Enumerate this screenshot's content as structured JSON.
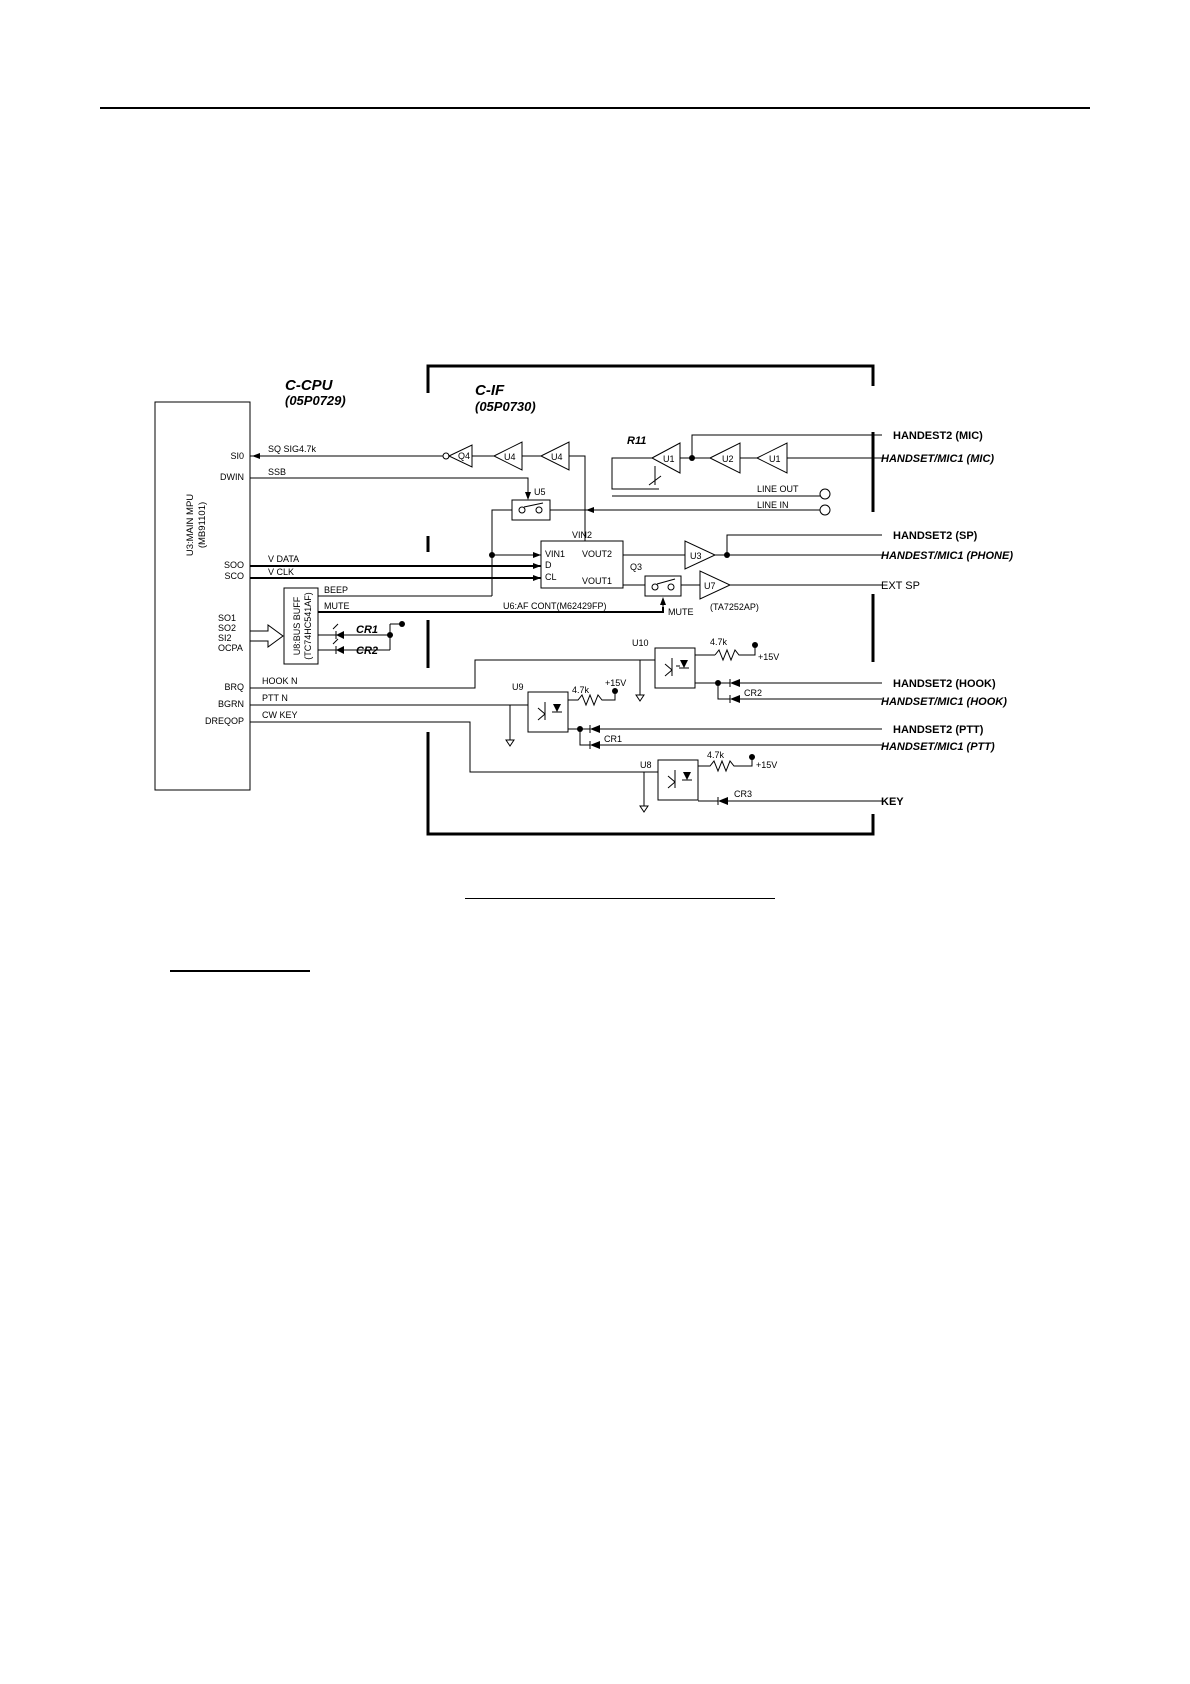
{
  "boards": {
    "cpu": {
      "name": "C-CPU",
      "part": "(05P0729)"
    },
    "cif": {
      "name": "C-IF",
      "part": "(05P0730)"
    }
  },
  "mpu": {
    "title": "U3:MAIN MPU",
    "part": "(MB91101)"
  },
  "pins": {
    "si0": "SI0",
    "dwin": "DWIN",
    "soo": "SOO",
    "sco": "SCO",
    "so1": "SO1",
    "so2": "SO2",
    "si2": "SI2",
    "ocpa": "OCPA",
    "brq": "BRQ",
    "bgrn": "BGRN",
    "dreqop": "DREQOP"
  },
  "signals": {
    "sq_sig": "SQ SIG4.7k",
    "ssb": "SSB",
    "v_data": "V DATA",
    "v_clk": "V CLK",
    "beep": "BEEP",
    "mute": "MUTE",
    "hook_n": "HOOK N",
    "ptt_n": "PTT N",
    "cw_key": "CW KEY"
  },
  "components": {
    "q4": "Q4",
    "u4a": "U4",
    "u4b": "U4",
    "u5": "U5",
    "r11": "R11",
    "u1a": "U1",
    "u2": "U2",
    "u1b": "U1",
    "line_out": "LINE OUT",
    "line_in": "LINE IN",
    "u6_vin2": "VIN2",
    "u6_vin1": "VIN1",
    "u6_d": "D",
    "u6_cl": "CL",
    "u6_vout2": "VOUT2",
    "u6_vout1": "VOUT1",
    "u6_name": "U6:AF CONT(M62429FP)",
    "u3": "U3",
    "q3": "Q3",
    "mute_label": "MUTE",
    "u7": "U7",
    "u7_part": "(TA7252AP)",
    "bus_buff": "U8:BUS BUFF",
    "bus_buff_part": "(TC74HC541AF)",
    "cr1_cpu": "CR1",
    "cr2_cpu": "CR2",
    "u10": "U10",
    "u9": "U9",
    "u8": "U8",
    "r_u10": "4.7k",
    "r_u9": "4.7k",
    "r_u8": "4.7k",
    "v_u10": "+15V",
    "v_u9": "+15V",
    "v_u8": "+15V",
    "cr2": "CR2",
    "cr1": "CR1",
    "cr3": "CR3"
  },
  "connectors": {
    "handset2_mic": "HANDEST2 (MIC)",
    "handset_mic1_mic": "HANDSET/MIC1 (MIC)",
    "handset2_sp": "HANDSET2 (SP)",
    "handset_mic1_phone": "HANDEST/MIC1 (PHONE)",
    "ext_sp": "EXT SP",
    "handset2_hook": "HANDSET2 (HOOK)",
    "handset_mic1_hook": "HANDSET/MIC1 (HOOK)",
    "handset2_ptt": "HANDSET2 (PTT)",
    "handset_mic1_ptt": "HANDSET/MIC1 (PTT)",
    "key": "KEY"
  }
}
